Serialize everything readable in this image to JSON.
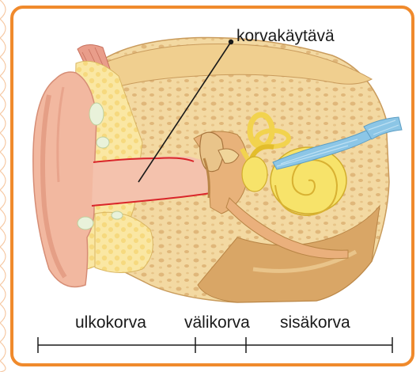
{
  "labels": {
    "ear_canal": "korvakäytävä",
    "outer_ear": "ulkokorva",
    "middle_ear": "välikorva",
    "inner_ear": "sisäkorva"
  },
  "colors": {
    "frame": "#f08a2c",
    "skin": "#f2b8a0",
    "bone": "#f3d9a2",
    "cochlea": "#f7e36a",
    "nerve": "#8cc6e6",
    "canal_edge": "#d9252a"
  }
}
